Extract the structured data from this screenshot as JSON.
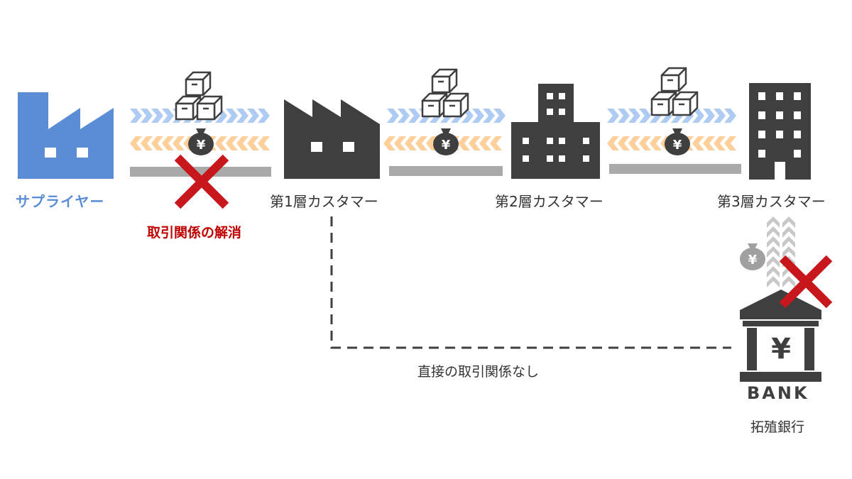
{
  "labels": {
    "supplier": "サプライヤー",
    "relationship_ended": "取引関係の解消",
    "tier1": "第1層カスタマー",
    "tier2": "第2層カスタマー",
    "tier3": "第3層カスタマー",
    "no_direct": "直接の取引関係なし",
    "bank_word": "BANK",
    "bank_name": "拓殖銀行",
    "yen": "¥"
  },
  "colors": {
    "supplier_blue": "#5b8dd6",
    "dark": "#3f3f3f",
    "goods_arrow": "#aecbf4",
    "money_arrow": "#fdcf9a",
    "bar_gray": "#a9a9a9",
    "cross_red": "#c8161d",
    "label_red": "#c00000",
    "light_gray": "#a0a0a0",
    "text": "#333333"
  },
  "icons": {
    "supplier": "factory-icon",
    "tier1": "factory-icon",
    "tier2": "building-icon",
    "tier3": "building-icon",
    "goods": "boxes-icon",
    "money": "yen-bag-icon",
    "bank": "bank-icon",
    "broken": "cross-icon"
  }
}
